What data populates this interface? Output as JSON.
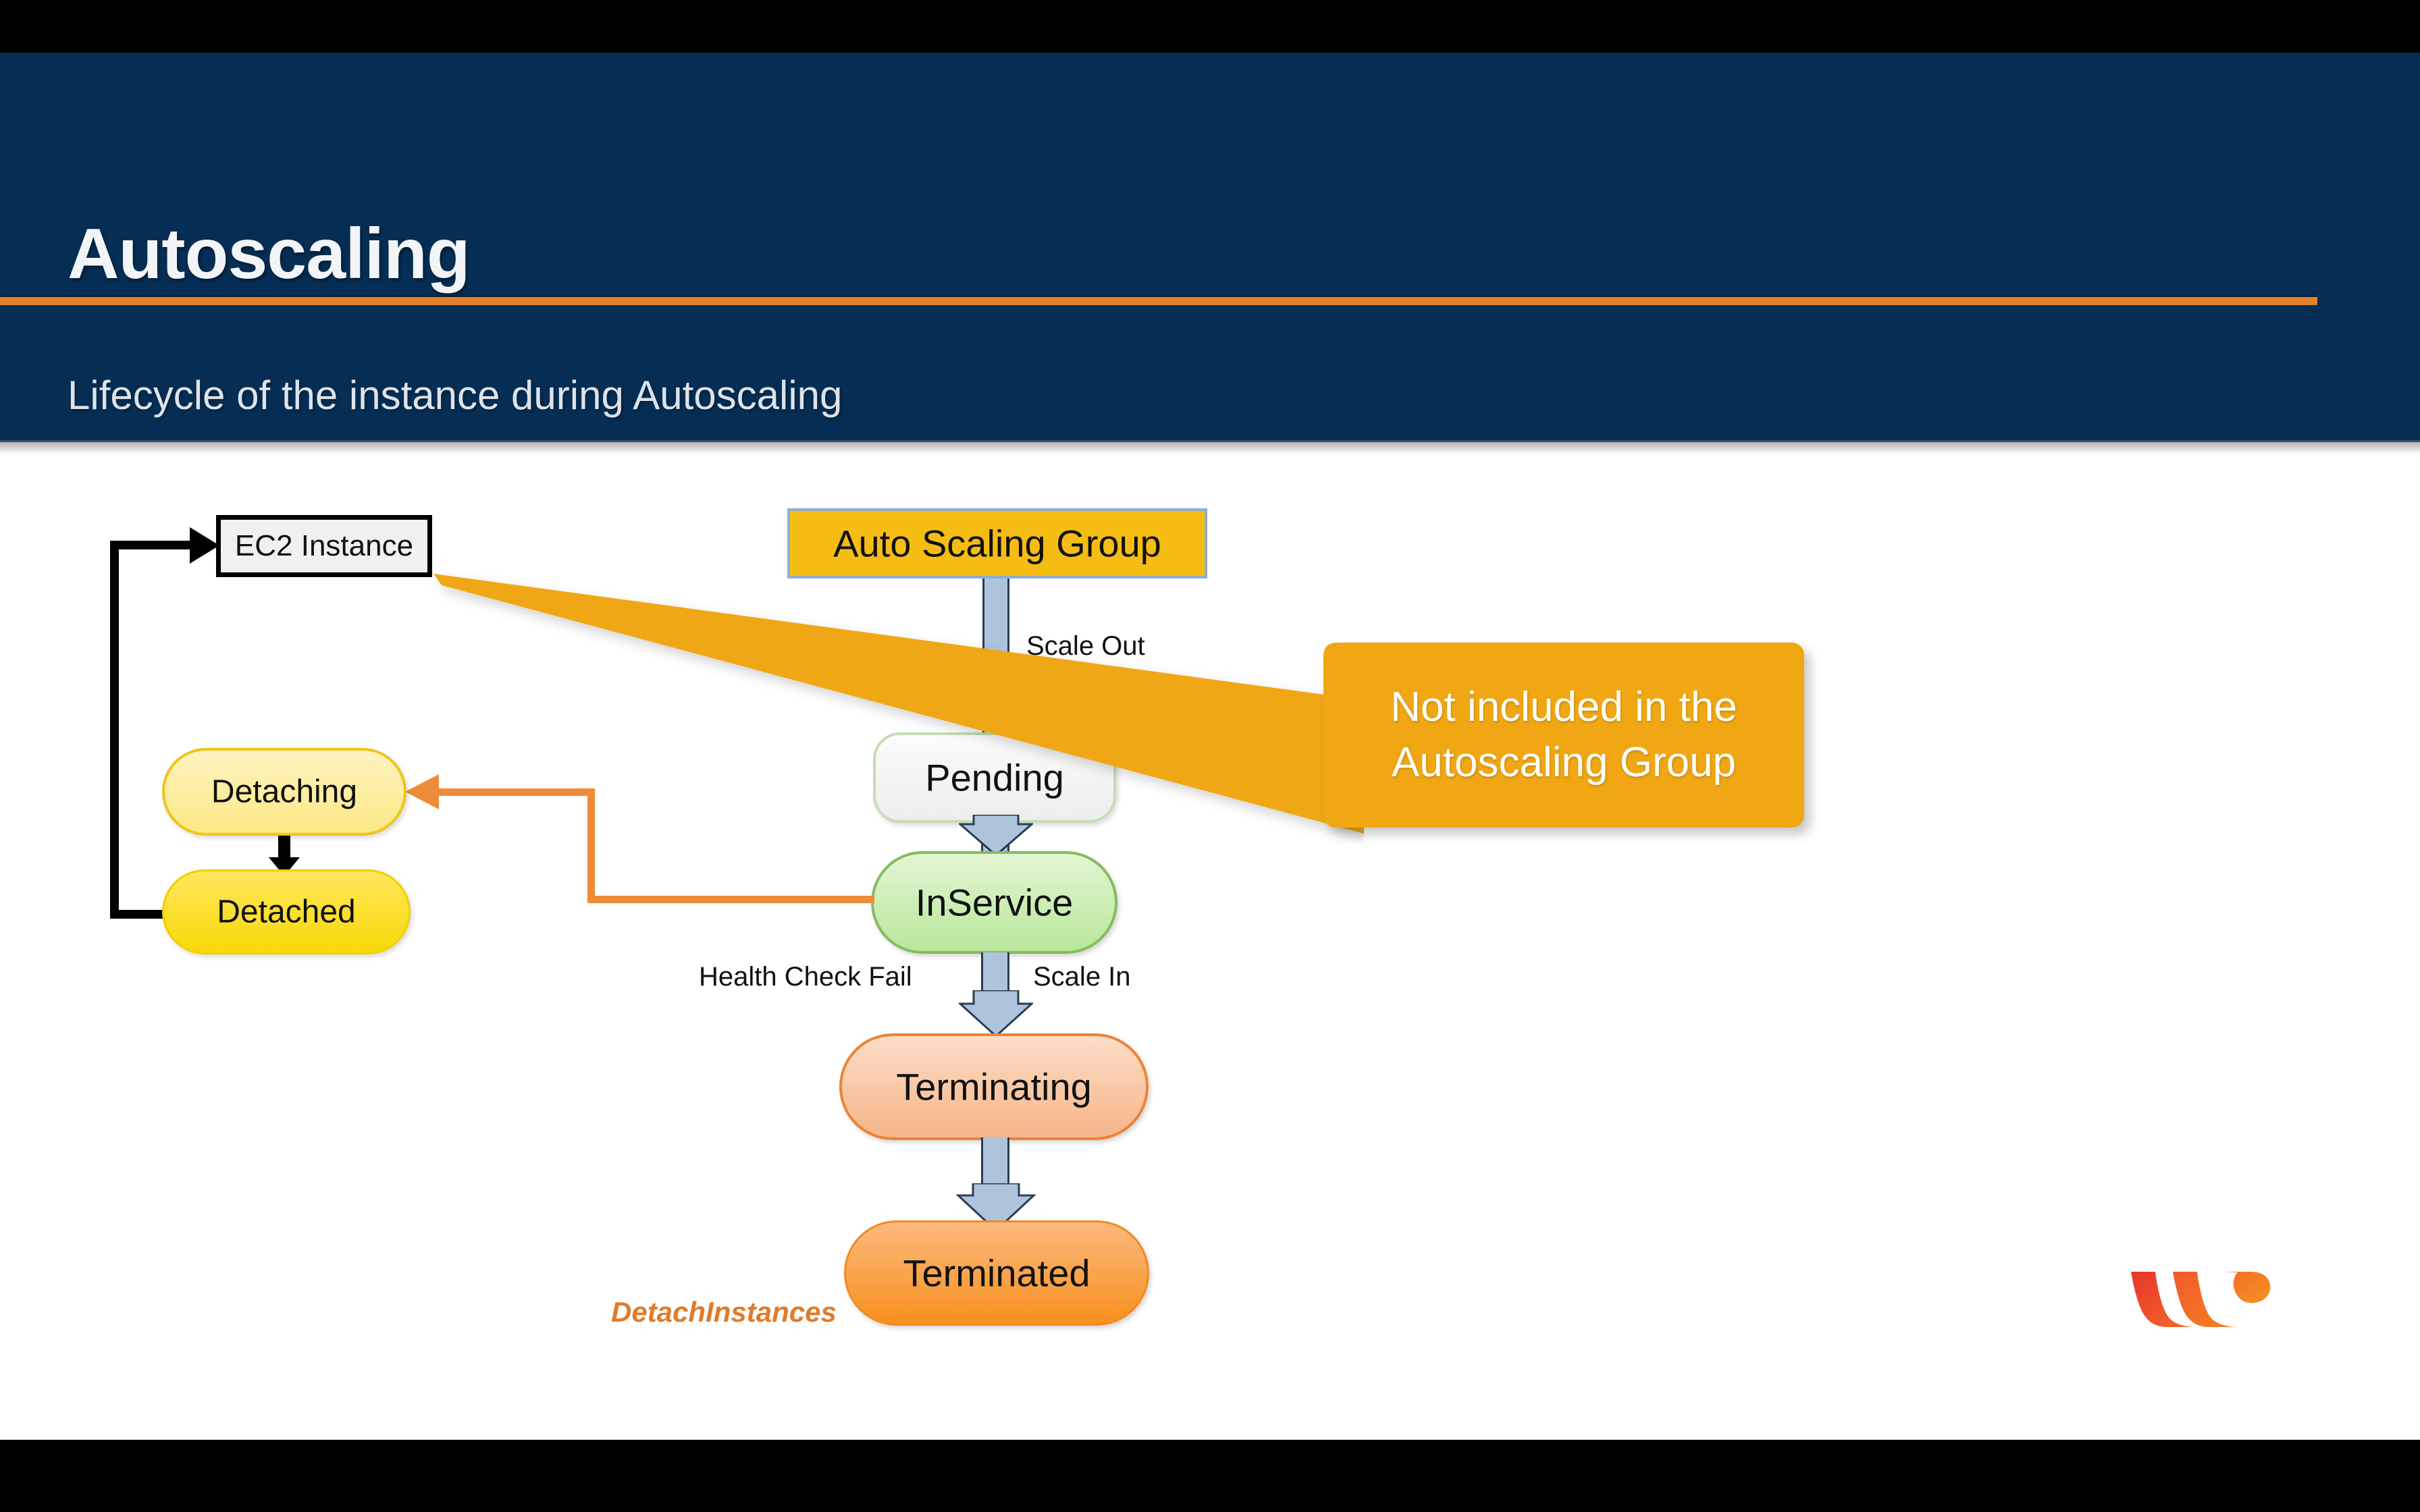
{
  "slide": {
    "title": "Autoscaling",
    "subtitle": "Lifecycle of the instance during Autoscaling",
    "accent_color": "#e2812d",
    "header_bg": "#062e55",
    "body_bg": "#ffffff"
  },
  "diagram": {
    "nodes": {
      "ec2_instance": {
        "label": "EC2 Instance",
        "fill": "#f0f0f0",
        "stroke": "#000000"
      },
      "auto_scaling_group": {
        "label": "Auto Scaling Group",
        "fill": "#f5bd14",
        "stroke": "#8faed0"
      },
      "pending": {
        "label": "Pending",
        "fill": "#eceded",
        "stroke": "#c6ddb5"
      },
      "inservice": {
        "label": "InService",
        "fill": "#b8e79a",
        "stroke": "#86bb5e"
      },
      "terminating": {
        "label": "Terminating",
        "fill": "#f6b589",
        "stroke": "#ef8136"
      },
      "terminated": {
        "label": "Terminated",
        "fill": "#f7901e",
        "stroke": "#f18a24"
      },
      "detaching": {
        "label": "Detaching",
        "fill": "#fbe884",
        "stroke": "#efc419"
      },
      "detached": {
        "label": "Detached",
        "fill": "#f9d806",
        "stroke": "#f2d000"
      }
    },
    "edge_labels": {
      "scale_out": "Scale Out",
      "scale_in": "Scale In",
      "health_check_fail": "Health Check Fail",
      "detach_instances": "DetachInstances"
    },
    "callout": {
      "text": "Not included in the Autoscaling Group",
      "fill": "#f0a713",
      "text_color": "#fffdf6"
    },
    "arrow_fill": "#aec4dd",
    "arrow_stroke": "#2b3c52",
    "detach_path_color": "#ee8b3b",
    "return_path_color": "#000000"
  },
  "logo": {
    "name": "w-brand-logo",
    "colors": [
      "#e8342a",
      "#f0602a",
      "#f58220"
    ]
  }
}
